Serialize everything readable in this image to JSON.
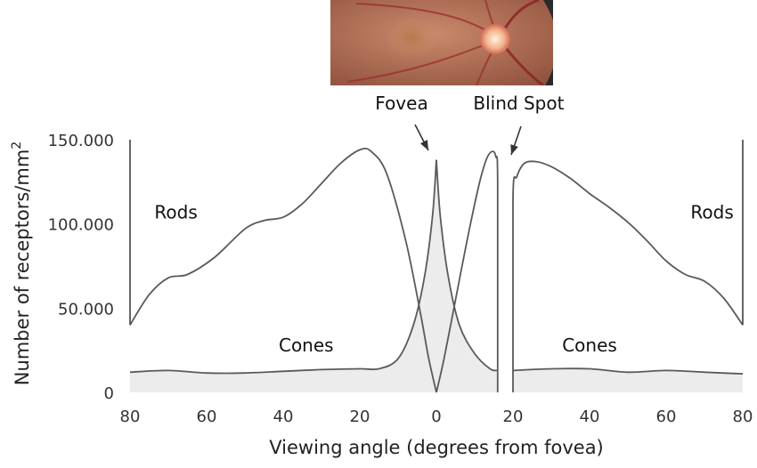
{
  "chart_data": {
    "type": "line",
    "xlabel": "Viewing angle (degrees from fovea)",
    "ylabel": "Number of receptors/mm",
    "ylabel_superscript": "2",
    "x_ticks": [
      "80",
      "60",
      "40",
      "20",
      "0",
      "20",
      "40",
      "60",
      "80"
    ],
    "y_ticks": [
      "0",
      "50.000",
      "100.000",
      "150.000"
    ],
    "xlim": [
      -80,
      80
    ],
    "ylim": [
      0,
      150000
    ],
    "blind_spot_range": [
      16,
      20
    ],
    "annotations": [
      {
        "text": "Fovea",
        "x": 0
      },
      {
        "text": "Blind Spot",
        "x": 18
      },
      {
        "text": "Rods",
        "x": -68,
        "y": 107000
      },
      {
        "text": "Rods",
        "x": 72,
        "y": 107000
      },
      {
        "text": "Cones",
        "x": -34,
        "y": 28000
      },
      {
        "text": "Cones",
        "x": 40,
        "y": 28000
      }
    ],
    "series": [
      {
        "name": "Rods",
        "segments": [
          [
            [
              -80,
              40000
            ],
            [
              -75,
              58000
            ],
            [
              -70,
              68000
            ],
            [
              -65,
              70000
            ],
            [
              -58,
              80000
            ],
            [
              -50,
              97000
            ],
            [
              -45,
              102000
            ],
            [
              -40,
              104000
            ],
            [
              -35,
              112000
            ],
            [
              -30,
              124000
            ],
            [
              -25,
              136000
            ],
            [
              -20,
              144000
            ],
            [
              -17,
              143000
            ],
            [
              -13,
              130000
            ],
            [
              -8,
              90000
            ],
            [
              -4,
              45000
            ],
            [
              -2,
              20000
            ],
            [
              0,
              0
            ]
          ],
          [
            [
              0,
              0
            ],
            [
              2,
              20000
            ],
            [
              5,
              55000
            ],
            [
              8,
              90000
            ],
            [
              11,
              122000
            ],
            [
              13,
              138000
            ],
            [
              14.5,
              143000
            ],
            [
              15.5,
              140000
            ],
            [
              16,
              125000
            ],
            [
              16,
              0
            ]
          ],
          [
            [
              20,
              0
            ],
            [
              20,
              115000
            ],
            [
              21,
              128000
            ],
            [
              23,
              136000
            ],
            [
              26,
              137000
            ],
            [
              30,
              134000
            ],
            [
              35,
              127000
            ],
            [
              40,
              118000
            ],
            [
              45,
              110000
            ],
            [
              50,
              101000
            ],
            [
              55,
              90000
            ],
            [
              60,
              78000
            ],
            [
              65,
              70000
            ],
            [
              70,
              66000
            ],
            [
              75,
              56000
            ],
            [
              80,
              40000
            ]
          ]
        ]
      },
      {
        "name": "Cones",
        "segments": [
          [
            [
              -80,
              12000
            ],
            [
              -70,
              13000
            ],
            [
              -60,
              11500
            ],
            [
              -50,
              11500
            ],
            [
              -40,
              12500
            ],
            [
              -30,
              13500
            ],
            [
              -20,
              14000
            ],
            [
              -15,
              14000
            ],
            [
              -10,
              20000
            ],
            [
              -6,
              40000
            ],
            [
              -3,
              70000
            ],
            [
              -1,
              105000
            ],
            [
              0,
              138000
            ]
          ],
          [
            [
              0,
              138000
            ],
            [
              1,
              105000
            ],
            [
              3,
              70000
            ],
            [
              6,
              40000
            ],
            [
              10,
              23000
            ],
            [
              14,
              14000
            ],
            [
              16,
              13000
            ]
          ],
          [
            [
              20,
              13000
            ],
            [
              30,
              14000
            ],
            [
              40,
              14000
            ],
            [
              50,
              12000
            ],
            [
              60,
              13000
            ],
            [
              70,
              12000
            ],
            [
              80,
              11000
            ]
          ]
        ]
      }
    ],
    "grid": false,
    "legend": "none"
  }
}
